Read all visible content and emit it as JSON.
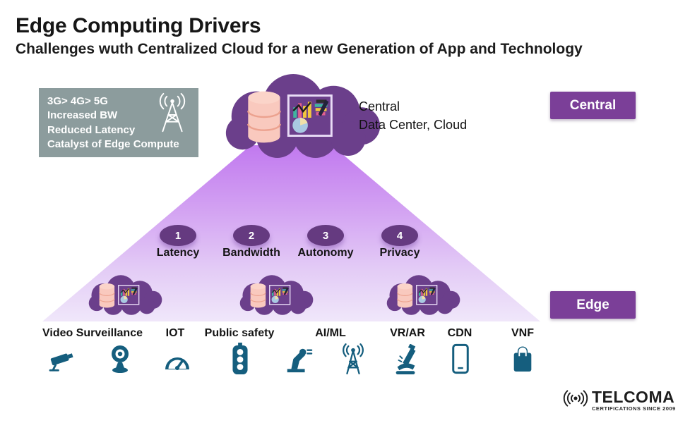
{
  "header": {
    "title": "Edge Computing Drivers",
    "subtitle": "Challenges wuth Centralized Cloud for a new Generation of App and Technology"
  },
  "info_box": {
    "line1": "3G> 4G> 5G",
    "line2": "Increased BW",
    "line3": "Reduced Latency",
    "line4": "Catalyst of Edge Compute"
  },
  "central_cloud": {
    "label_line1": "Central",
    "label_line2": "Data Center, Cloud"
  },
  "badges": {
    "central": "Central",
    "edge": "Edge"
  },
  "drivers": [
    {
      "num": "1",
      "label": "Latency"
    },
    {
      "num": "2",
      "label": "Bandwidth"
    },
    {
      "num": "3",
      "label": "Autonomy"
    },
    {
      "num": "4",
      "label": "Privacy"
    }
  ],
  "use_cases": [
    {
      "label": "Video Surveillance"
    },
    {
      "label": "IOT"
    },
    {
      "label": "Public safety"
    },
    {
      "label": "AI/ML"
    },
    {
      "label": "VR/AR"
    },
    {
      "label": "CDN"
    },
    {
      "label": "VNF"
    }
  ],
  "icon_row": [
    "cctv-camera",
    "webcam",
    "gauge",
    "traffic-light",
    "robot-arm",
    "antenna-tower",
    "microscope",
    "smartphone",
    "shopping-bag"
  ],
  "logo": {
    "name": "TELCOMA",
    "tagline": "CERTIFICATIONS SINCE 2009"
  },
  "colors": {
    "cloud_purple": "#6B3F8B",
    "badge_purple": "#7B3F98",
    "oval_purple": "#653A80",
    "funnel_top": "#C179EF",
    "funnel_bottom": "#F0E7FA",
    "info_box_bg": "#8C9C9D",
    "icon_teal": "#155E7E",
    "cylinder_pink": "#F9C9BE"
  }
}
